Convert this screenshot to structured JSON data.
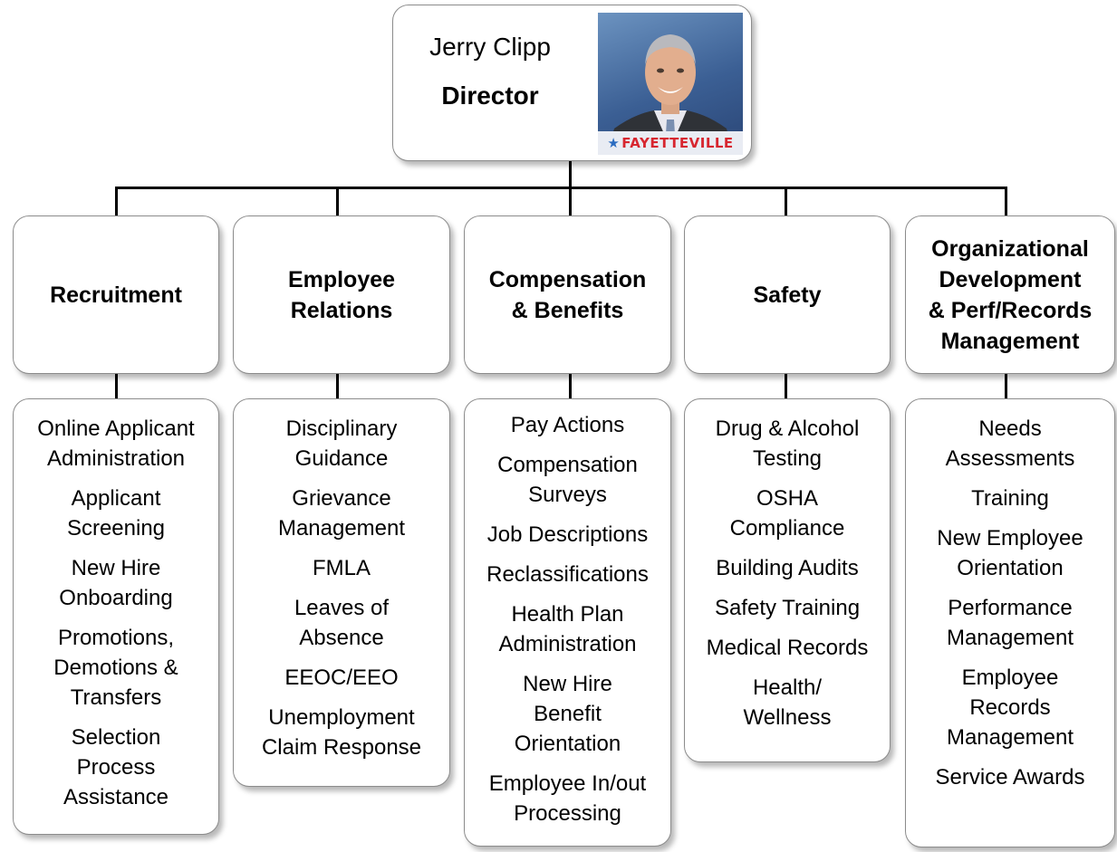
{
  "director": {
    "name": "Jerry Clipp",
    "title": "Director",
    "photo_banner": "FAYETTEVILLE"
  },
  "departments": [
    {
      "title": [
        "Recruitment"
      ],
      "items": [
        [
          "Online Applicant",
          "Administration"
        ],
        [
          "Applicant",
          "Screening"
        ],
        [
          "New Hire",
          "Onboarding"
        ],
        [
          "Promotions,",
          "Demotions &",
          "Transfers"
        ],
        [
          "Selection",
          "Process",
          "Assistance"
        ]
      ]
    },
    {
      "title": [
        "Employee",
        "Relations"
      ],
      "items": [
        [
          "Disciplinary",
          "Guidance"
        ],
        [
          "Grievance",
          "Management"
        ],
        [
          "FMLA"
        ],
        [
          "Leaves of",
          "Absence"
        ],
        [
          "EEOC/EEO"
        ],
        [
          "Unemployment",
          "Claim Response"
        ]
      ]
    },
    {
      "title": [
        "Compensation",
        "& Benefits"
      ],
      "items": [
        [
          "Pay Actions"
        ],
        [
          "Compensation",
          "Surveys"
        ],
        [
          "Job Descriptions"
        ],
        [
          "Reclassifications"
        ],
        [
          "Health Plan",
          "Administration"
        ],
        [
          "New Hire",
          "Benefit",
          "Orientation"
        ],
        [
          "Employee In/out",
          "Processing"
        ]
      ]
    },
    {
      "title": [
        "Safety"
      ],
      "items": [
        [
          "Drug & Alcohol",
          "Testing"
        ],
        [
          "OSHA",
          "Compliance"
        ],
        [
          "Building Audits"
        ],
        [
          "Safety Training"
        ],
        [
          "Medical Records"
        ],
        [
          "Health/",
          "Wellness"
        ]
      ]
    },
    {
      "title": [
        "Organizational",
        "Development",
        "& Perf/Records",
        "Management"
      ],
      "items": [
        [
          "Needs",
          "Assessments"
        ],
        [
          "Training"
        ],
        [
          "New Employee",
          "Orientation"
        ],
        [
          "Performance",
          "Management"
        ],
        [
          "Employee",
          "Records",
          "Management"
        ],
        [
          "Service Awards"
        ]
      ]
    }
  ]
}
